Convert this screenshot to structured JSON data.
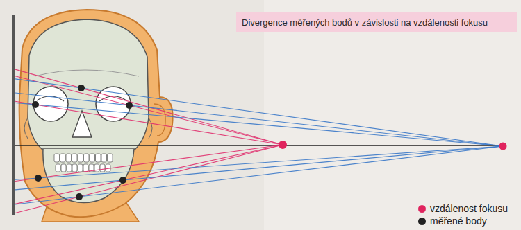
{
  "diagram": {
    "title": "Divergence měřených bodů v závislosti na vzdálenosti fokusu",
    "legend": [
      {
        "text": "vzdálenost fokusu",
        "color": "#e0245e"
      },
      {
        "text": "měřené body",
        "color": "#222222"
      }
    ]
  }
}
